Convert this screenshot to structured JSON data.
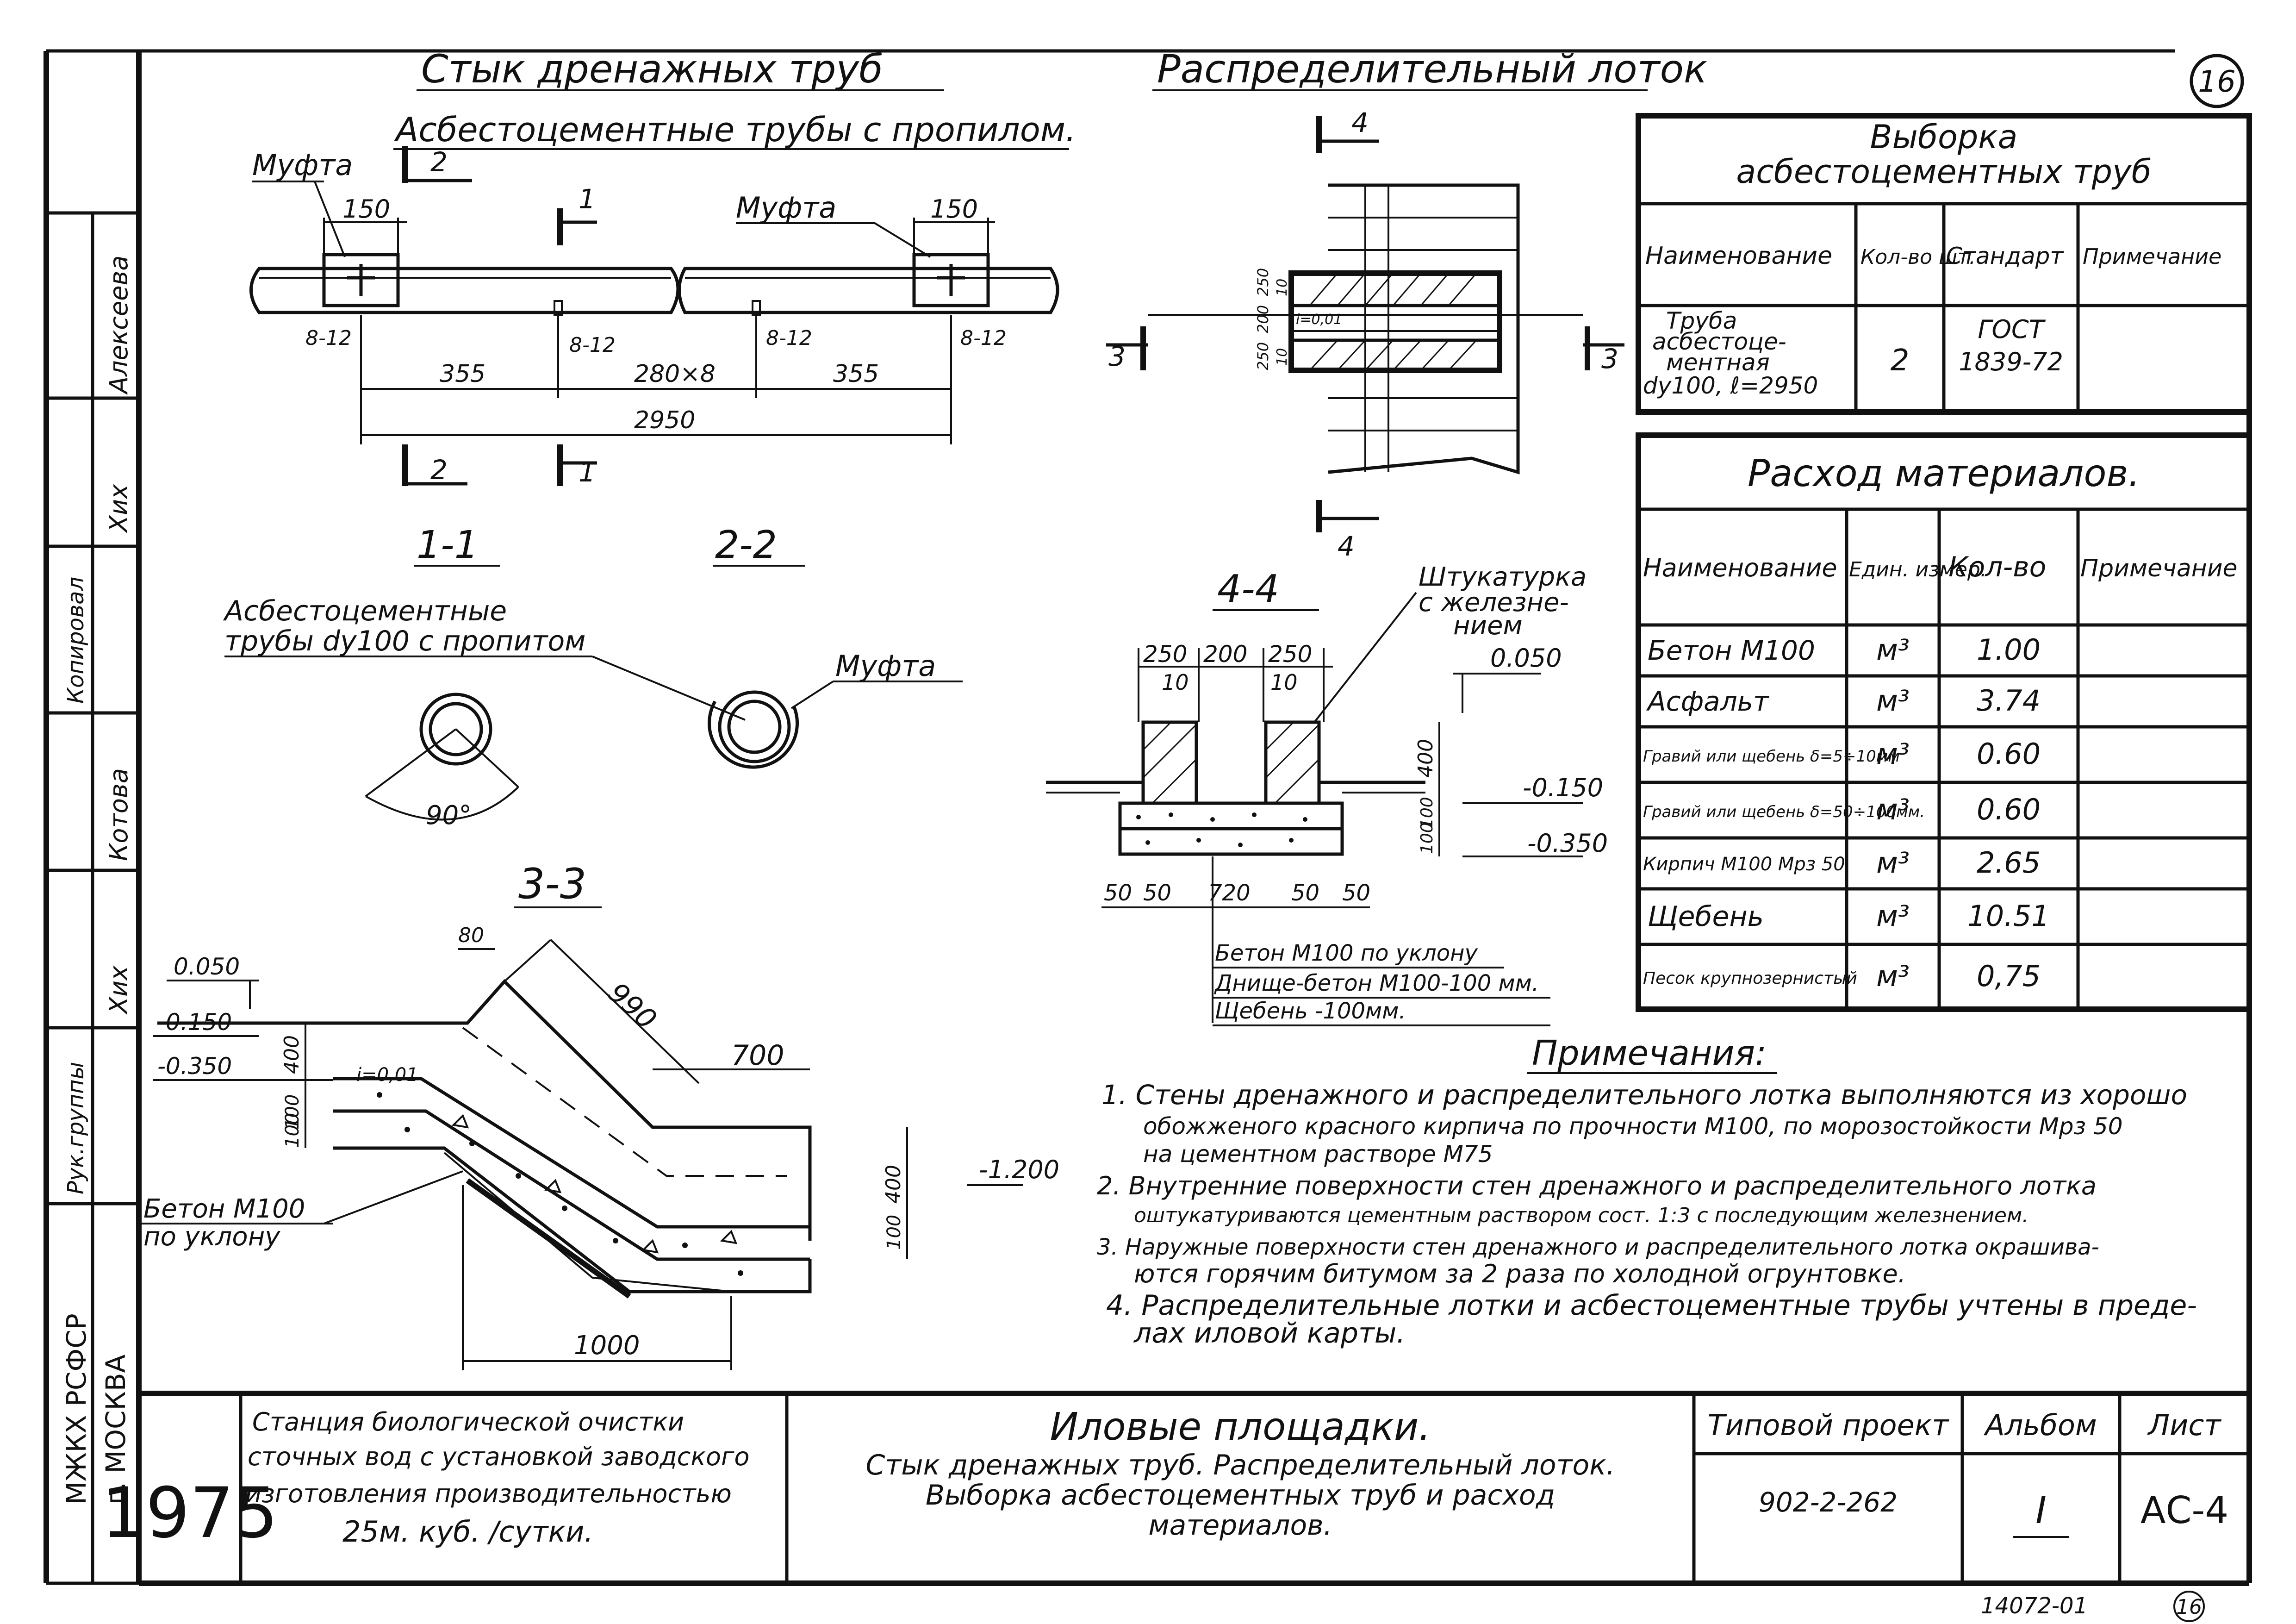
{
  "sheet_number": "16",
  "bottom_mark": "16",
  "archive_number": "14072-01",
  "left_strip": {
    "org_line1": "МЖКХ  РСФСР",
    "org_line2": "г. МОСКВА",
    "role_head": "Рук.группы",
    "name_head": "Хих",
    "role_copied": "Копировал",
    "name_copied": "Котова",
    "signer": "Алексеева"
  },
  "section_joint": {
    "title": "Стык дренажных труб",
    "subtitle": "Асбестоцементные трубы с пропилом.",
    "coupling_left": "Муфта",
    "coupling_right": "Муфта",
    "dim_150_left": "150",
    "dim_150_right": "150",
    "gap_812_a": "8-12",
    "gap_812_b": "8-12",
    "gap_812_c": "8-12",
    "gap_812_d": "8-12",
    "dim_355_left": "355",
    "dim_280x8": "280×8",
    "dim_355_right": "355",
    "dim_2950": "2950",
    "cut_1_top": "1",
    "cut_1_bottom": "1",
    "cut_2_top": "2",
    "cut_2_bottom": "2"
  },
  "sections_small": {
    "s11": "1-1",
    "s22": "2-2",
    "pipe_note_line1": "Асбестоцементные",
    "pipe_note_line2": "трубы dу100 с пропитом",
    "angle": "90°",
    "coupling": "Муфта"
  },
  "section_33": {
    "title": "3-3",
    "lvl_0050": "0.050",
    "lvl_m0150": "-0.150",
    "lvl_m0350": "-0.350",
    "lvl_m1200": "-1.200",
    "dim_80": "80",
    "dim_990": "990",
    "dim_700": "700",
    "dim_1000": "1000",
    "dim_400_a": "400",
    "dim_100_a": "100",
    "dim_100_b": "100",
    "dim_400_b": "400",
    "dim_100_c": "100",
    "slope": "i=0,01",
    "concrete_line1": "Бетон М100",
    "concrete_line2": "по уклону"
  },
  "tray": {
    "title": "Распределительный лоток",
    "cut_4_top": "4",
    "cut_4_bottom": "4",
    "cut_3_left": "3",
    "cut_3_right": "3",
    "dim_250_a": "250",
    "dim_200": "200",
    "dim_250_b": "250",
    "dim_10_a": "10",
    "dim_10_b": "10",
    "slope": "i=0,01"
  },
  "section_44": {
    "title": "4-4",
    "plaster_line1": "Штукатурка",
    "plaster_line2": "с железне-",
    "plaster_line3": "нием",
    "dim_250_a": "250",
    "dim_200": "200",
    "dim_250_b": "250",
    "dim_10_a": "10",
    "dim_10_b": "10",
    "lvl_0050": "0.050",
    "lvl_m0150": "-0.150",
    "lvl_m0350": "-0.350",
    "dim_400": "400",
    "dim_100_a": "100",
    "dim_100_b": "100",
    "dim_50_a": "50",
    "dim_50_b": "50",
    "dim_720": "720",
    "dim_50_c": "50",
    "dim_50_d": "50",
    "legend_1": "Бетон М100 по уклону",
    "legend_2": "Днище-бетон М100-100 мм.",
    "legend_3": "Щебень                -100мм."
  },
  "pipe_table": {
    "title_line1": "Выборка",
    "title_line2": "асбестоцементных труб",
    "headers": [
      "Наименование",
      "Кол-во шт.",
      "Стандарт",
      "Примечание"
    ],
    "row": {
      "name_line1": "Труба",
      "name_line2": "асбестоце-",
      "name_line3": "ментная",
      "name_line4": "dу100, ℓ=2950",
      "qty": "2",
      "std_line1": "ГОСТ",
      "std_line2": "1839-72",
      "note": ""
    }
  },
  "material_table": {
    "title": "Расход материалов.",
    "headers": [
      "Наименование",
      "Един. измер.",
      "Кол-во",
      "Примечание"
    ],
    "rows": [
      {
        "name": "Бетон М100",
        "unit": "м³",
        "qty": "1.00"
      },
      {
        "name": "Асфальт",
        "unit": "м³",
        "qty": "3.74"
      },
      {
        "name": "Гравий или щебень δ=5÷10мм",
        "unit": "м³",
        "qty": "0.60"
      },
      {
        "name": "Гравий или щебень δ=50÷100мм.",
        "unit": "м³",
        "qty": "0.60"
      },
      {
        "name": "Кирпич М100 Мрз 50",
        "unit": "м³",
        "qty": "2.65"
      },
      {
        "name": "Щебень",
        "unit": "м³",
        "qty": "10.51"
      },
      {
        "name": "Песок крупнозернистый",
        "unit": "м³",
        "qty": "0,75"
      }
    ]
  },
  "notes": {
    "title": "Примечания:",
    "items": [
      "1. Стены дренажного и распределительного лотка выполняются из хорошо",
      "обожженого красного кирпича по прочности М100, по морозостойкости Мрз 50",
      "на цементном растворе М75",
      "2. Внутренние поверхности стен дренажного и распределительного лотка",
      "оштукатуриваются цементным раствором сост. 1:3 с последующим железнением.",
      "3. Наружные поверхности стен дренажного и распределительного лотка окрашива-",
      "ются горячим битумом за 2 раза по холодной огрунтовке.",
      "4. Распределительные лотки и асбестоцементные трубы учтены в преде-",
      "лах иловой карты."
    ]
  },
  "title_block": {
    "year": "1975",
    "project_line1": "Станция биологической очистки",
    "project_line2": "сточных вод с установкой заводского",
    "project_line3": "изготовления производительностью",
    "project_line4": "25м. куб. /сутки.",
    "sheet_title_line1": "Иловые площадки.",
    "sheet_title_line2": "Стык дренажных труб. Распределительный лоток.",
    "sheet_title_line3": "Выборка асбестоцементных труб и расход",
    "sheet_title_line4": "материалов.",
    "typical_project_label": "Типовой проект",
    "typical_project_value": "902-2-262",
    "album_label": "Альбом",
    "album_value": "I",
    "sheet_label": "Лист",
    "sheet_value": "АС-4"
  }
}
